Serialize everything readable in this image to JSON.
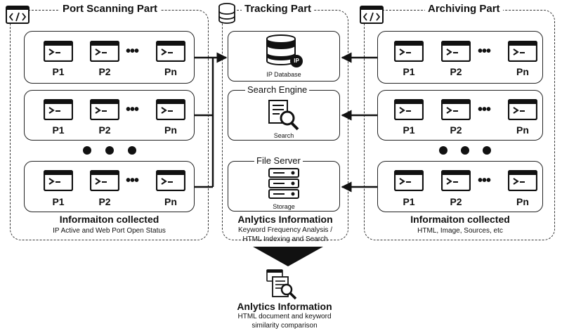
{
  "port_scanning": {
    "title": "Port Scanning Part",
    "rows": [
      {
        "labels": [
          "P1",
          "P2",
          "Pn"
        ]
      },
      {
        "labels": [
          "P1",
          "P2",
          "Pn"
        ]
      },
      {
        "labels": [
          "P1",
          "P2",
          "Pn"
        ]
      }
    ],
    "ellipsis": "•••",
    "caption_title": "Informaiton collected",
    "caption_detail": "IP Active and Web Port Open Status"
  },
  "tracking": {
    "title": "Tracking Part",
    "ip_database": {
      "badge": "IP",
      "label": "IP Database"
    },
    "search_engine": {
      "title": "Search Engine",
      "label": "Search"
    },
    "file_server": {
      "title": "File Server",
      "label": "Storage"
    },
    "caption_title": "Anlytics Information",
    "caption_detail_1": "Keyword Frequency Analysis /",
    "caption_detail_2": "HTML Indexing and Search"
  },
  "archiving": {
    "title": "Archiving Part",
    "rows": [
      {
        "labels": [
          "P1",
          "P2",
          "Pn"
        ]
      },
      {
        "labels": [
          "P1",
          "P2",
          "Pn"
        ]
      },
      {
        "labels": [
          "P1",
          "P2",
          "Pn"
        ]
      }
    ],
    "ellipsis": "•••",
    "caption_title": "Informaiton collected",
    "caption_detail": "HTML, Image, Sources, etc"
  },
  "output": {
    "caption_title": "Anlytics Information",
    "caption_detail_1": "HTML document and keyword",
    "caption_detail_2": "similarity comparison"
  },
  "icons": {
    "terminal": "terminal-window-icon",
    "code": "code-window-icon",
    "database": "database-icon",
    "search": "document-search-icon",
    "server": "server-rack-icon"
  }
}
